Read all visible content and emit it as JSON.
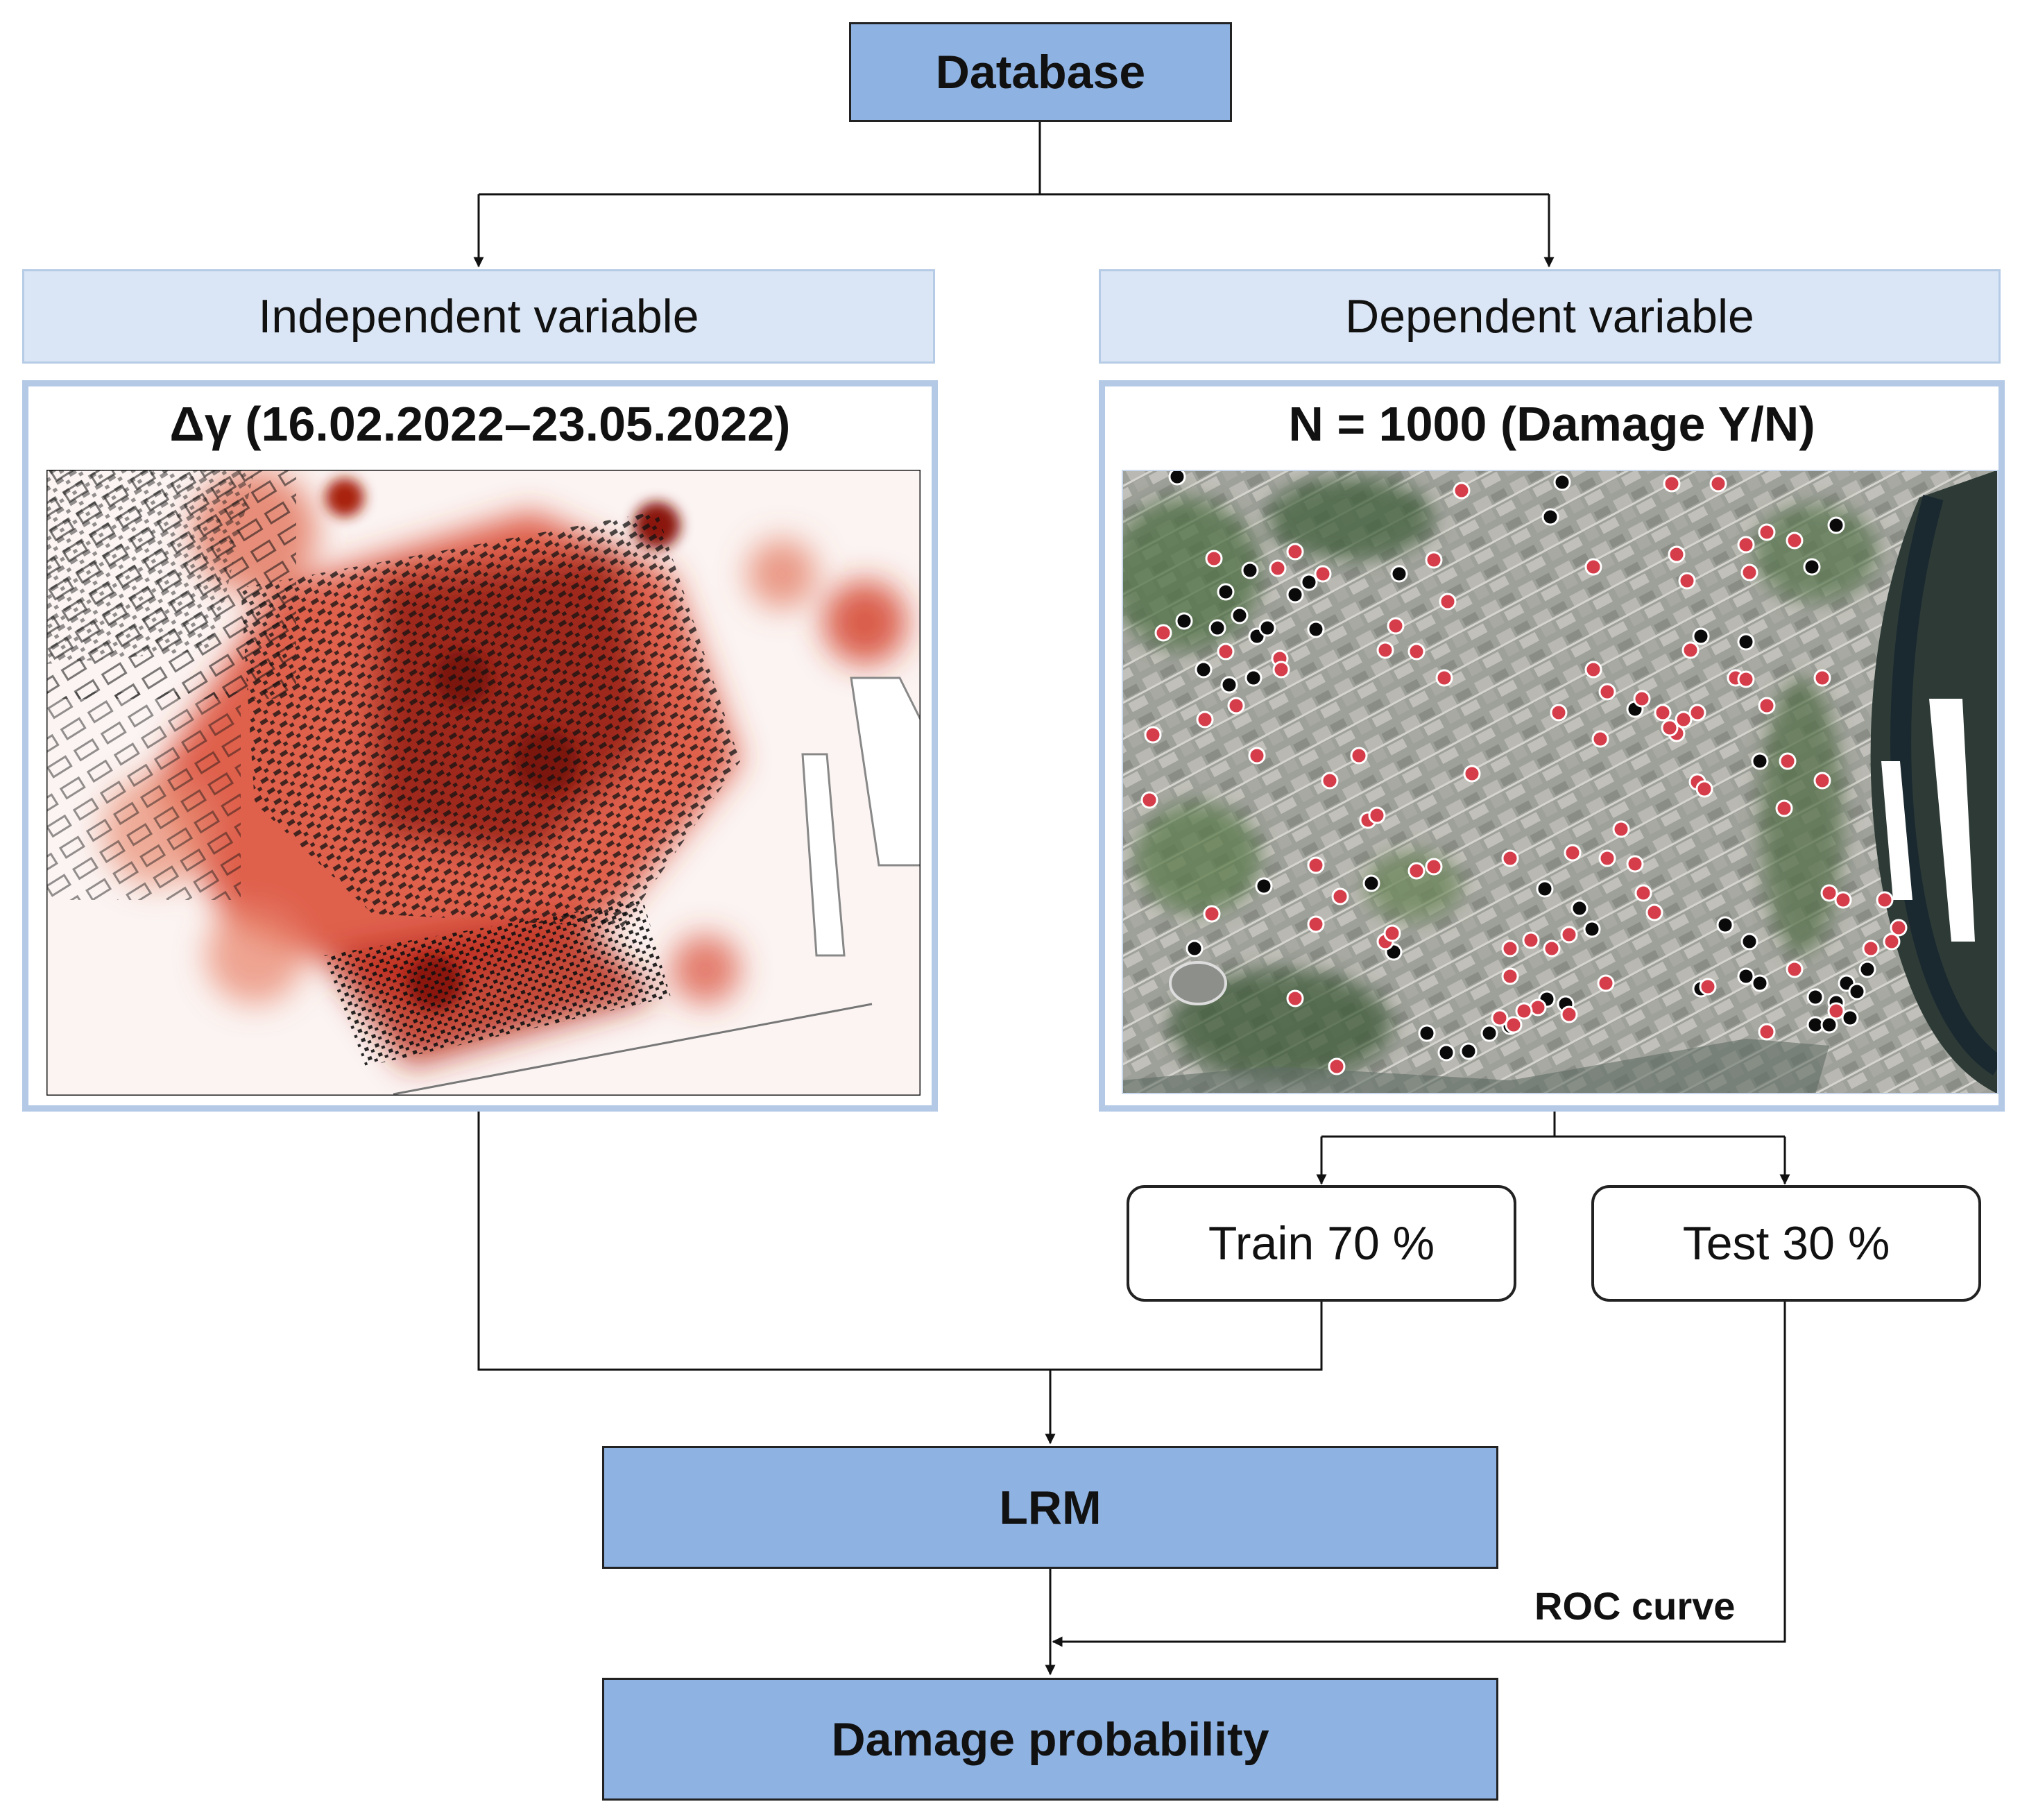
{
  "nodes": {
    "database": "Database",
    "independent": "Independent variable",
    "dependent": "Dependent variable",
    "coherence_title": "Δγ (16.02.2022–23.05.2022)",
    "samples_title": "N = 1000 (Damage Y/N)",
    "train": "Train 70 %",
    "test": "Test 30 %",
    "lrm": "LRM",
    "probability": "Damage probability"
  },
  "edge_labels": {
    "roc": "ROC curve"
  },
  "legend_colors": {
    "damaged_point": "#d63d4b",
    "undamaged_point": "#0a0a0a",
    "coherence_loss": "#c8321f",
    "box_fill": "#8eb2e2",
    "header_fill": "#dae6f5"
  }
}
